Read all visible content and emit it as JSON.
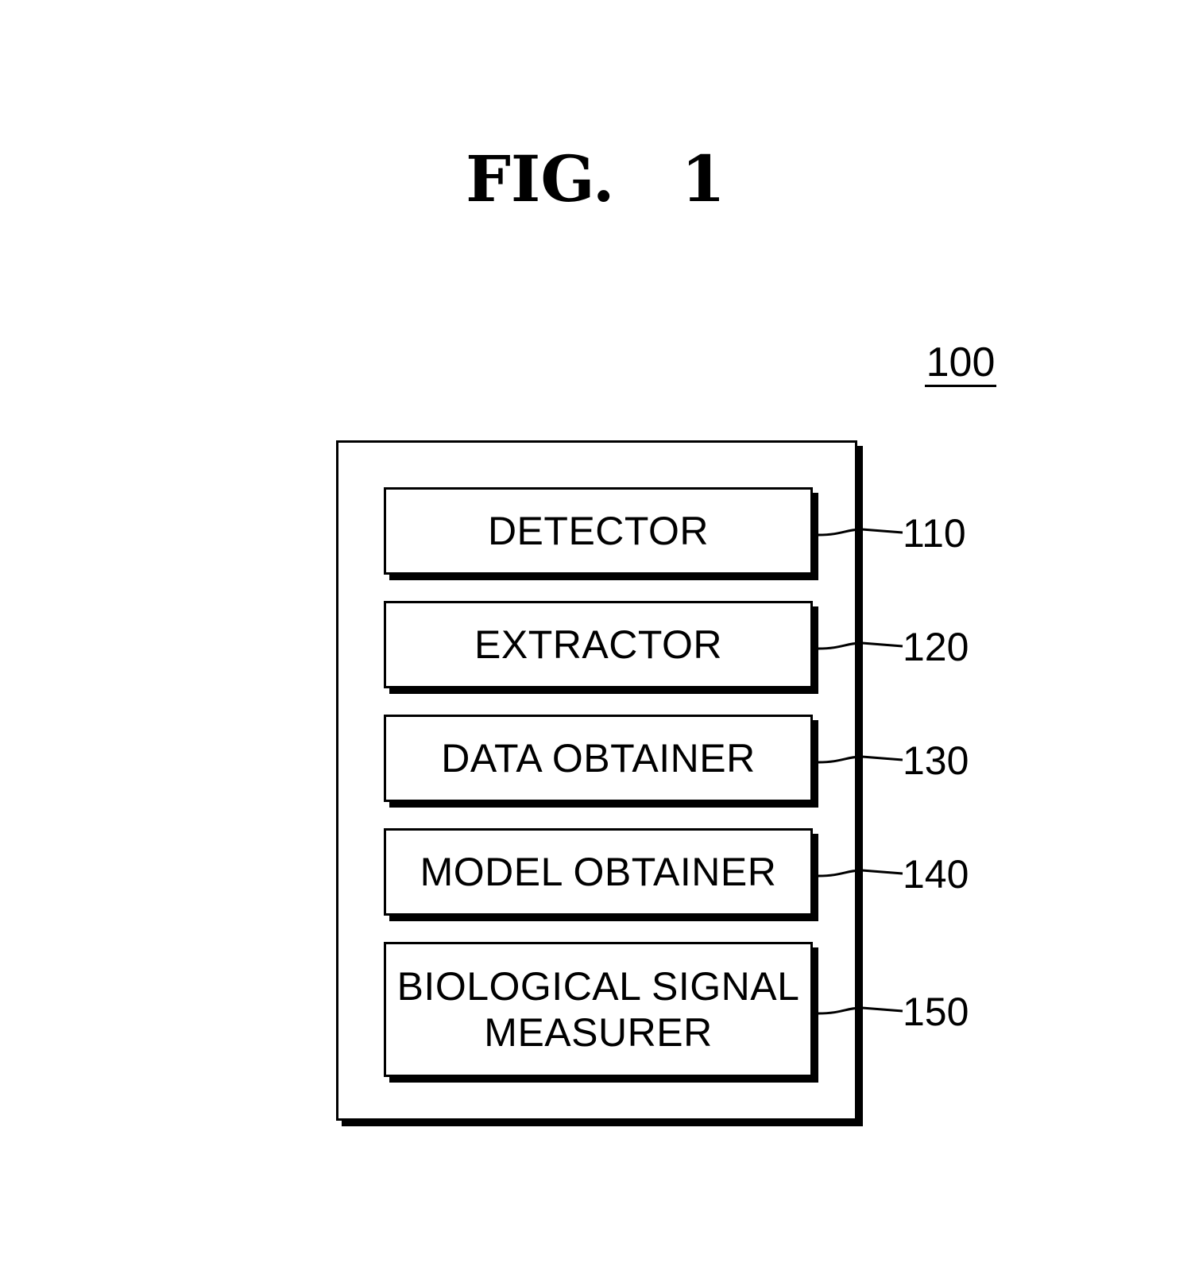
{
  "figure": {
    "title": "FIG.   1"
  },
  "system": {
    "ref": "100"
  },
  "blocks": [
    {
      "label": "DETECTOR",
      "ref": "110"
    },
    {
      "label": "EXTRACTOR",
      "ref": "120"
    },
    {
      "label": "DATA OBTAINER",
      "ref": "130"
    },
    {
      "label": "MODEL OBTAINER",
      "ref": "140"
    },
    {
      "label": "BIOLOGICAL SIGNAL\nMEASURER",
      "ref": "150"
    }
  ]
}
